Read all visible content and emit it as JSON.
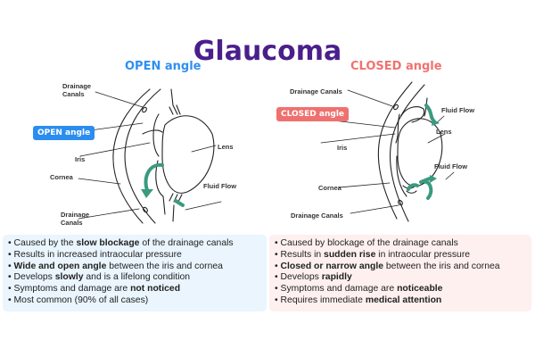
{
  "title": "Glaucoma",
  "colors": {
    "title": "#4a1f8c",
    "open_accent": "#2b8def",
    "closed_accent": "#ee7170",
    "fluid_flow": "#3a9a80",
    "open_panel_bg": "#eaf5fd",
    "closed_panel_bg": "#fdf0ef"
  },
  "open": {
    "heading": "OPEN angle",
    "badge": "OPEN angle",
    "labels": {
      "drainage_top": "Drainage\nCanals",
      "iris": "Iris",
      "cornea": "Cornea",
      "drainage_bottom": "Drainage\nCanals",
      "lens": "Lens",
      "fluid_flow": "Fluid Flow"
    },
    "facts": [
      [
        {
          "t": "Caused by the "
        },
        {
          "t": "slow blockage",
          "b": true
        },
        {
          "t": " of the drainage canals"
        }
      ],
      [
        {
          "t": "Results in increased intraocular pressure"
        }
      ],
      [
        {
          "t": "Wide and open angle",
          "b": true
        },
        {
          "t": " between the iris and cornea"
        }
      ],
      [
        {
          "t": "Develops "
        },
        {
          "t": "slowly",
          "b": true
        },
        {
          "t": " and is a lifelong condition"
        }
      ],
      [
        {
          "t": "Symptoms and damage are "
        },
        {
          "t": "not noticed",
          "b": true
        }
      ],
      [
        {
          "t": "Most common (90% of all cases)"
        }
      ]
    ]
  },
  "closed": {
    "heading": "CLOSED angle",
    "badge": "CLOSED angle",
    "labels": {
      "drainage": "Drainage Canals",
      "iris": "Iris",
      "cornea": "Cornea",
      "drainage_bottom": "Drainage Canals",
      "lens": "Lens",
      "fluid_flow_top": "Fluid Flow",
      "fluid_flow_bottom": "Fluid Flow"
    },
    "facts": [
      [
        {
          "t": "Caused by blockage of the drainage canals"
        }
      ],
      [
        {
          "t": "Results in "
        },
        {
          "t": "sudden rise",
          "b": true
        },
        {
          "t": " in intraocular pressure"
        }
      ],
      [
        {
          "t": "Closed or narrow angle",
          "b": true
        },
        {
          "t": " between the iris and cornea"
        }
      ],
      [
        {
          "t": "Develops "
        },
        {
          "t": "rapidly",
          "b": true
        }
      ],
      [
        {
          "t": "Symptoms and damage are "
        },
        {
          "t": "noticeable",
          "b": true
        }
      ],
      [
        {
          "t": "Requires immediate "
        },
        {
          "t": "medical attention",
          "b": true
        }
      ]
    ]
  }
}
